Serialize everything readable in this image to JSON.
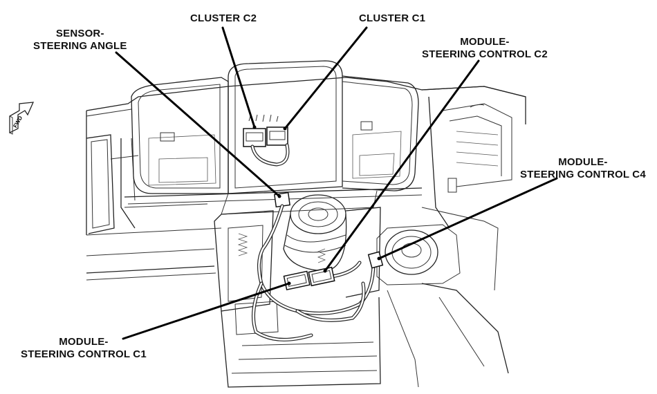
{
  "labels": {
    "cluster_c2": "CLUSTER C2",
    "cluster_c1": "CLUSTER C1",
    "sensor_line1": "SENSOR-",
    "sensor_line2": "STEERING ANGLE",
    "msc_c2_line1": "MODULE-",
    "msc_c2_line2": "STEERING CONTROL C2",
    "msc_c4_line1": "MODULE-",
    "msc_c4_line2": "STEERING CONTROL C4",
    "msc_c1_line1": "MODULE-",
    "msc_c1_line2": "STEERING CONTROL C1"
  },
  "fwd_arrow_text": "FWD",
  "colors": {
    "line": "#222222",
    "background": "#ffffff"
  },
  "icons": [
    "fwd-arrow-icon"
  ]
}
